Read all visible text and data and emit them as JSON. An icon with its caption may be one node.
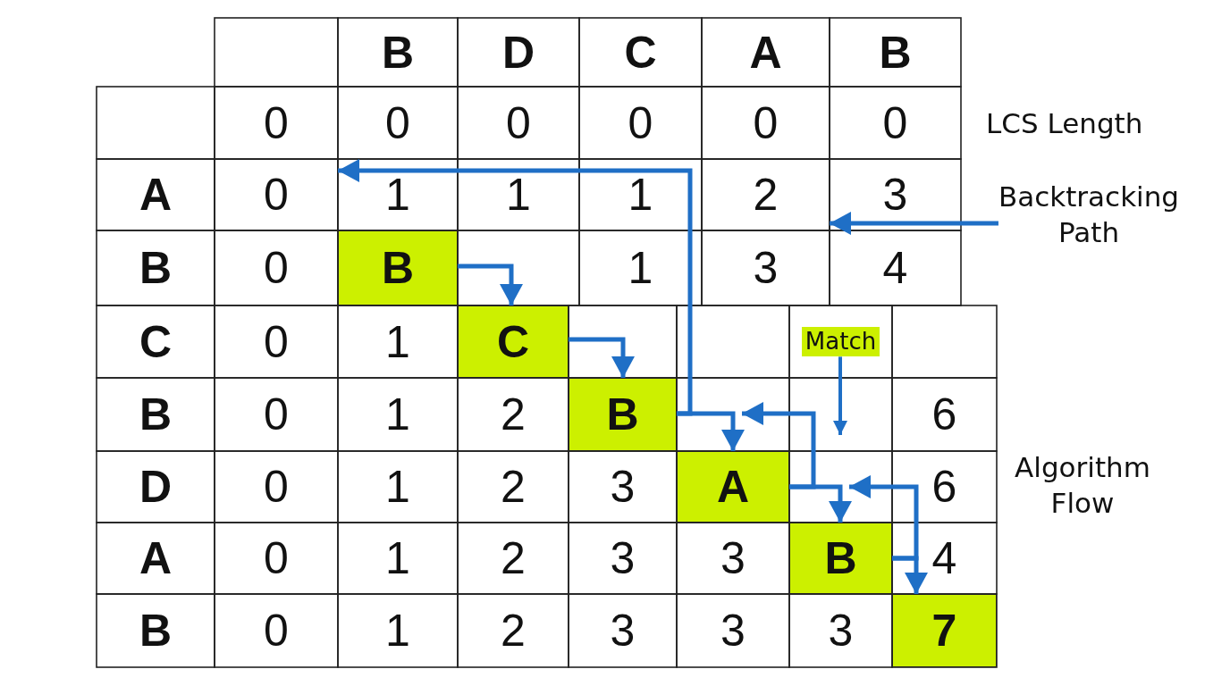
{
  "diagram": {
    "nodes": [
      {
        "text": [
          "0"
        ]
      },
      {
        "text": [
          "2"
        ]
      },
      {
        "text": [
          "Backtracking Path"
        ]
      },
      {
        "text": [
          "B"
        ]
      },
      {
        "text": [
          "C"
        ]
      },
      {
        "text": [
          "Match"
        ]
      },
      {
        "text": [
          "B"
        ]
      },
      {
        "text": [
          "A"
        ]
      },
      {
        "text": [
          "B"
        ]
      },
      {
        "text": [
          "7"
        ]
      }
    ],
    "edges": [
      {
        "from": 2,
        "to": 1,
        "arrow": "to"
      },
      {
        "from": 3,
        "to": 4,
        "arrow": "to"
      },
      {
        "from": 4,
        "to": 6,
        "arrow": "to"
      },
      {
        "from": 5,
        "to": null,
        "arrow": "to"
      },
      {
        "from": 6,
        "to": 7,
        "arrow": "to"
      },
      {
        "from": 6,
        "to": 0,
        "arrow": "to"
      },
      {
        "from": 7,
        "to": 8,
        "arrow": "to"
      },
      {
        "from": 7,
        "to": null,
        "arrow": "to"
      },
      {
        "from": 8,
        "to": 9,
        "arrow": "to"
      },
      {
        "from": 8,
        "to": null,
        "arrow": "to"
      }
    ],
    "labels": [
      "B",
      "D",
      "C",
      "A",
      "B",
      "0",
      "0",
      "0",
      "0",
      "0",
      "0",
      "LCS Length",
      "A",
      "1",
      "1",
      "1",
      "3",
      "B",
      "0",
      "1",
      "3",
      "4",
      "C",
      "0",
      "1",
      "B",
      "0",
      "1",
      "2",
      "6",
      "D",
      "0",
      "1",
      "2",
      "3",
      "6",
      "Algorithm Flow",
      "A",
      "0",
      "1",
      "2",
      "3",
      "3",
      "4",
      "B",
      "0",
      "1",
      "2",
      "3",
      "3",
      "3"
    ]
  }
}
